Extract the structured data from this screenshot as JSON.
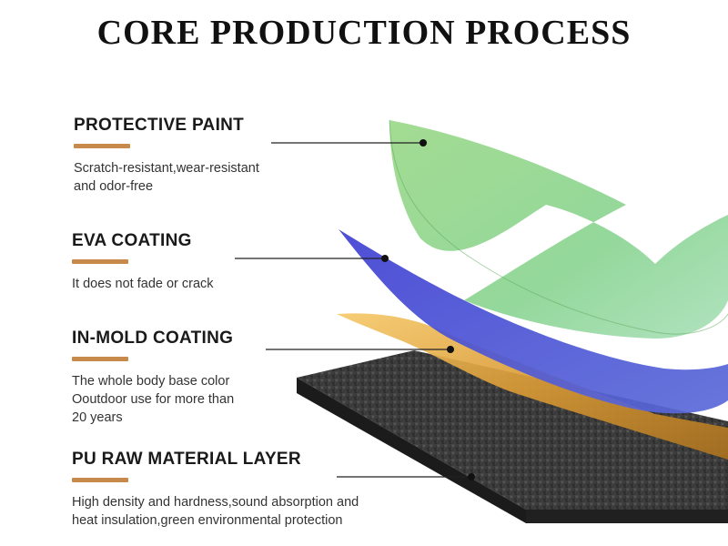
{
  "title": "CORE PRODUCTION PROCESS",
  "accent_color": "#c88a4a",
  "layers": [
    {
      "name": "PROTECTIVE PAINT",
      "desc_lines": [
        "Scratch-resistant,wear-resistant",
        "and odor-free"
      ],
      "color": "#8fd07c"
    },
    {
      "name": "EVA COATING",
      "desc_lines": [
        "It does not fade or crack"
      ],
      "color": "#3f47d8"
    },
    {
      "name": "IN-MOLD COATING",
      "desc_lines": [
        "The whole body base color",
        "Ooutdoor use for more than",
        "20 years"
      ],
      "color": "#e0a040"
    },
    {
      "name": "PU RAW MATERIAL LAYER",
      "desc_lines": [
        "High density and hardness,sound absorption and",
        "heat insulation,green environmental protection"
      ],
      "color": "#3a3a3a"
    }
  ]
}
